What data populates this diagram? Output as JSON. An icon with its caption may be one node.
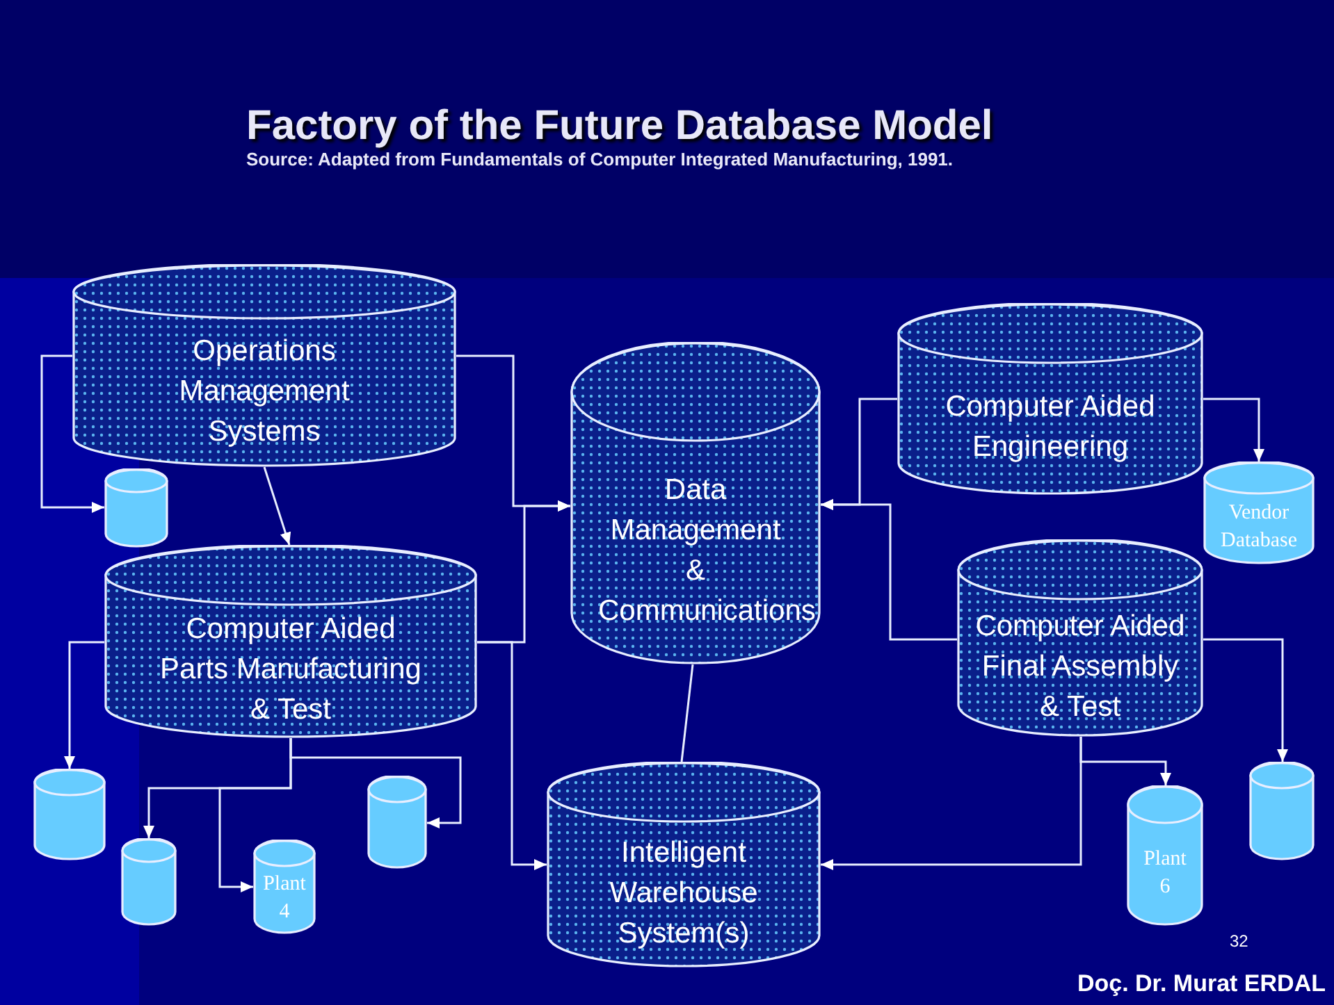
{
  "diagram": {
    "title": "Factory of the Future Database Model",
    "caption": "Source:  Adapted from Fundamentals of Computer Integrated Manufacturing, 1991.",
    "nodes": [
      {
        "text": [
          "Operations Management Systems"
        ]
      },
      {
        "text": [
          "Data Management & Communications"
        ]
      },
      {
        "text": [
          "Computer Aided Engineering"
        ]
      },
      {
        "text": [],
        "shape": "cylinder"
      },
      {
        "text": [
          "Vendor Database"
        ]
      },
      {
        "text": [
          "Computer Aided Parts Manufacturing & Test"
        ]
      },
      {
        "text": [
          "Computer Aided Final Assembly & Test"
        ]
      },
      {
        "text": [],
        "shape": "cylinder"
      },
      {
        "text": [],
        "shape": "cylinder"
      },
      {
        "text": [
          "Plant 4"
        ]
      },
      {
        "text": [],
        "shape": "cylinder"
      },
      {
        "text": [
          "Plant 6"
        ]
      },
      {
        "text": [],
        "shape": "cylinder"
      },
      {
        "text": [
          "Intelligent Warehouse System(s)"
        ]
      }
    ],
    "edges": [
      {
        "from": 0,
        "to": 3,
        "arrow": "to"
      },
      {
        "from": 0,
        "to": 5,
        "arrow": "to"
      },
      {
        "from": 0,
        "to": 1,
        "arrow": "to"
      },
      {
        "from": 5,
        "to": 1,
        "arrow": "to"
      },
      {
        "from": 5,
        "to": 13,
        "arrow": "to"
      },
      {
        "from": 5,
        "to": 7,
        "arrow": "to"
      },
      {
        "from": 5,
        "to": 8,
        "arrow": "to"
      },
      {
        "from": 5,
        "to": 9,
        "arrow": "to"
      },
      {
        "from": 5,
        "to": 10,
        "arrow": "to"
      },
      {
        "from": 2,
        "to": 1,
        "arrow": "to"
      },
      {
        "from": 6,
        "to": 1,
        "arrow": "to"
      },
      {
        "from": 2,
        "to": 4,
        "arrow": "to"
      },
      {
        "from": 6,
        "to": 12,
        "arrow": "to"
      },
      {
        "from": 6,
        "to": 11,
        "arrow": "to"
      },
      {
        "from": 6,
        "to": 13,
        "arrow": "to"
      },
      {
        "from": 1,
        "to": 13,
        "arrow": "none"
      }
    ],
    "labels": [
      "32",
      "Doç. Dr. Murat ERDAL"
    ]
  }
}
